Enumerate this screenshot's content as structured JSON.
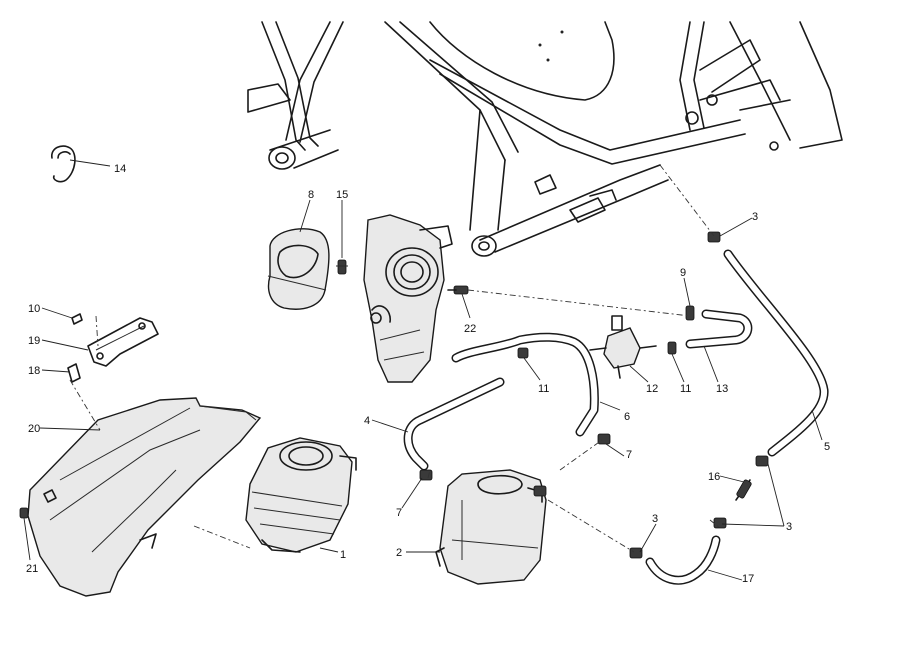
{
  "callouts": [
    {
      "id": "c14",
      "text": "14"
    },
    {
      "id": "c8",
      "text": "8"
    },
    {
      "id": "c15",
      "text": "15"
    },
    {
      "id": "c3a",
      "text": "3"
    },
    {
      "id": "c9",
      "text": "9"
    },
    {
      "id": "c10",
      "text": "10"
    },
    {
      "id": "c19",
      "text": "19"
    },
    {
      "id": "c18",
      "text": "18"
    },
    {
      "id": "c22",
      "text": "22"
    },
    {
      "id": "c11a",
      "text": "11"
    },
    {
      "id": "c12",
      "text": "12"
    },
    {
      "id": "c11b",
      "text": "11"
    },
    {
      "id": "c13",
      "text": "13"
    },
    {
      "id": "c20",
      "text": "20"
    },
    {
      "id": "c4",
      "text": "4"
    },
    {
      "id": "c6",
      "text": "6"
    },
    {
      "id": "c5",
      "text": "5"
    },
    {
      "id": "c7a",
      "text": "7"
    },
    {
      "id": "c7b",
      "text": "7"
    },
    {
      "id": "c16",
      "text": "16"
    },
    {
      "id": "c21",
      "text": "21"
    },
    {
      "id": "c1",
      "text": "1"
    },
    {
      "id": "c2",
      "text": "2"
    },
    {
      "id": "c3b",
      "text": "3"
    },
    {
      "id": "c3c",
      "text": "3"
    },
    {
      "id": "c17",
      "text": "17"
    }
  ]
}
